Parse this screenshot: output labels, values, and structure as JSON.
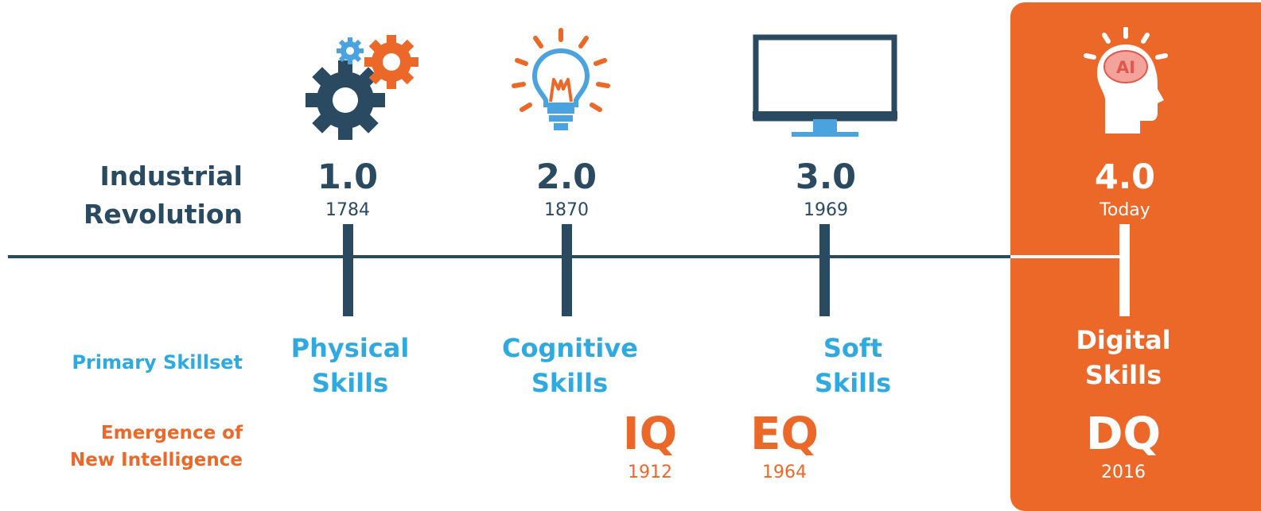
{
  "row_labels": {
    "industrial_revolution": "Industrial Revolution",
    "primary_skillset": "Primary Skillset",
    "emergence": "Emergence of New Intelligence"
  },
  "eras": [
    {
      "version": "1.0",
      "year": "1784",
      "skill": "Physical Skills",
      "icon": "gears-icon"
    },
    {
      "version": "2.0",
      "year": "1870",
      "skill": "Cognitive Skills",
      "icon": "lightbulb-icon"
    },
    {
      "version": "3.0",
      "year": "1969",
      "skill": "Soft Skills",
      "icon": "monitor-icon"
    },
    {
      "version": "4.0",
      "year": "Today",
      "skill": "Digital Skills",
      "icon": "ai-head-icon"
    }
  ],
  "intelligences": [
    {
      "name": "IQ",
      "year": "1912"
    },
    {
      "name": "EQ",
      "year": "1964"
    },
    {
      "name": "DQ",
      "year": "2016"
    }
  ],
  "ai_badge": "AI",
  "colors": {
    "navy": "#294a61",
    "blue": "#2eaae0",
    "orange": "#eb6829",
    "white": "#ffffff"
  }
}
